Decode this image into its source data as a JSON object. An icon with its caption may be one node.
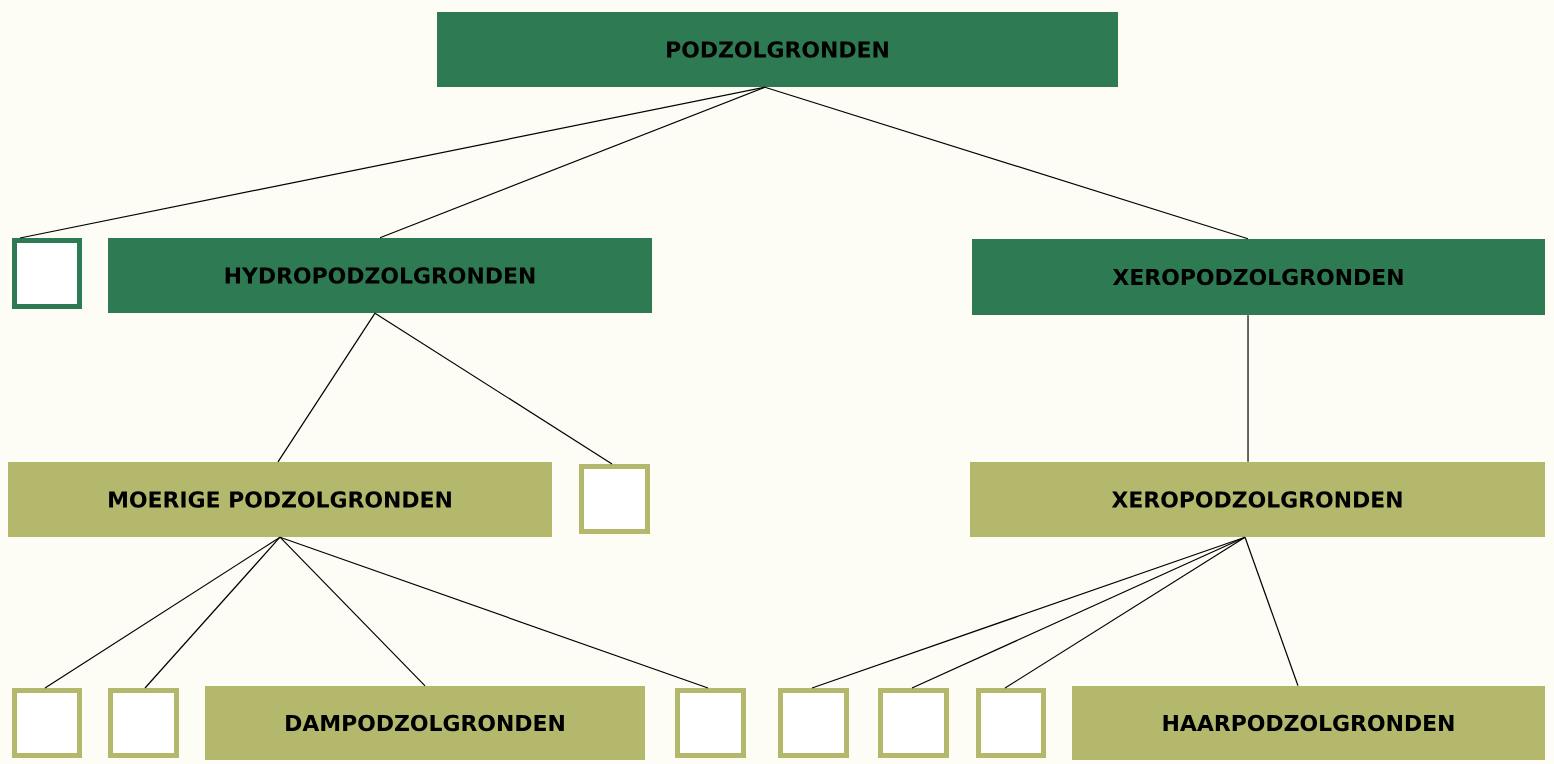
{
  "diagram": {
    "nodes": [
      {
        "text": [
          "PODZOLGRONDEN"
        ]
      },
      {
        "text": [],
        "shape": "box"
      },
      {
        "text": [
          "HYDROPODZOLGRONDEN"
        ]
      },
      {
        "text": [
          "XEROPODZOLGRONDEN"
        ]
      },
      {
        "text": [
          "MOERIGE PODZOLGRONDEN"
        ]
      },
      {
        "text": [],
        "shape": "box"
      },
      {
        "text": [
          "XEROPODZOLGRONDEN"
        ]
      },
      {
        "text": [],
        "shape": "box"
      },
      {
        "text": [],
        "shape": "box"
      },
      {
        "text": [
          "DAMPODZOLGRONDEN"
        ]
      },
      {
        "text": [],
        "shape": "box"
      },
      {
        "text": [],
        "shape": "box"
      },
      {
        "text": [],
        "shape": "box"
      },
      {
        "text": [],
        "shape": "box"
      },
      {
        "text": [
          "HAARPODZOLGRONDEN"
        ]
      }
    ],
    "edges": [
      {
        "from": 0,
        "to": 1,
        "arrow": "none"
      },
      {
        "from": 0,
        "to": 2,
        "arrow": "none"
      },
      {
        "from": 0,
        "to": 3,
        "arrow": "none"
      },
      {
        "from": 2,
        "to": 4,
        "arrow": "none"
      },
      {
        "from": 2,
        "to": 5,
        "arrow": "none"
      },
      {
        "from": 3,
        "to": 6,
        "arrow": "none"
      },
      {
        "from": 4,
        "to": 7,
        "arrow": "none"
      },
      {
        "from": 4,
        "to": 8,
        "arrow": "none"
      },
      {
        "from": 4,
        "to": 9,
        "arrow": "none"
      },
      {
        "from": 4,
        "to": 10,
        "arrow": "none"
      },
      {
        "from": 6,
        "to": 11,
        "arrow": "none"
      },
      {
        "from": 6,
        "to": 12,
        "arrow": "none"
      },
      {
        "from": 6,
        "to": 13,
        "arrow": "none"
      },
      {
        "from": 6,
        "to": 14,
        "arrow": "none"
      }
    ]
  }
}
